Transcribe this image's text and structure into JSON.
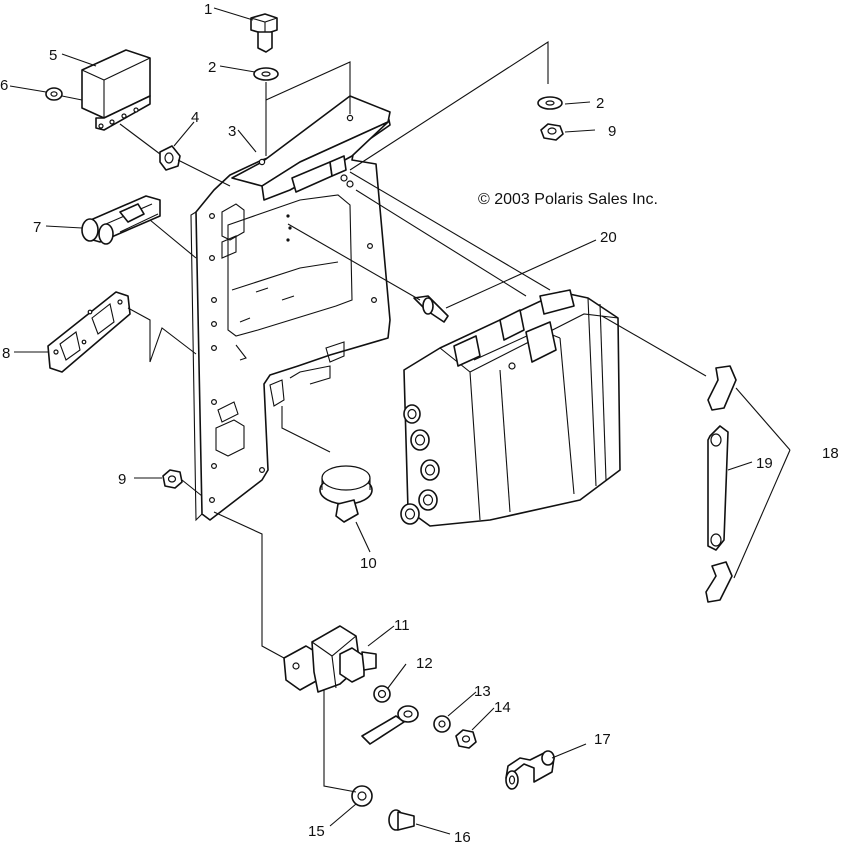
{
  "copyright": "© 2003 Polaris Sales Inc.",
  "callouts": {
    "c1": "1",
    "c2a": "2",
    "c2b": "2",
    "c3": "3",
    "c4": "4",
    "c5": "5",
    "c6": "6",
    "c7": "7",
    "c8": "8",
    "c9a": "9",
    "c9b": "9",
    "c10": "10",
    "c11": "11",
    "c12": "12",
    "c13": "13",
    "c14": "14",
    "c15": "15",
    "c16": "16",
    "c17": "17",
    "c18": "18",
    "c19": "19",
    "c20": "20"
  }
}
